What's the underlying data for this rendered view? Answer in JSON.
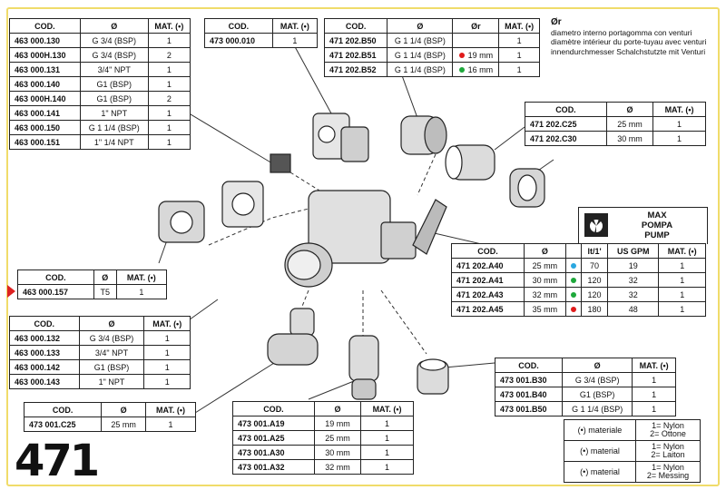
{
  "page_number": "471",
  "headers": {
    "cod": "COD.",
    "dia": "Ø",
    "mat": "MAT. (•)",
    "dr": "Ør",
    "lt": "lt/1'",
    "gpm": "US GPM"
  },
  "note": {
    "title": "Ør",
    "lines": [
      "diametro interno portagomma con venturi",
      "diamètre intérieur du porte-tuyau avec venturi",
      "innendurchmesser Schalchstutzte mit Venturi"
    ]
  },
  "pump": {
    "label_lines": [
      "MAX",
      "POMPA",
      "PUMP"
    ]
  },
  "colors": {
    "blue": "#2aa7e0",
    "green": "#1ea83b",
    "red": "#e01b1b",
    "frame": "#f0dc6a"
  },
  "table1": {
    "rows": [
      {
        "cod": "463 000.130",
        "dia": "G 3/4 (BSP)",
        "mat": "1"
      },
      {
        "cod": "463 000H.130",
        "dia": "G 3/4 (BSP)",
        "mat": "2"
      },
      {
        "cod": "463 000.131",
        "dia": "3/4\" NPT",
        "mat": "1"
      },
      {
        "cod": "463 000.140",
        "dia": "G1 (BSP)",
        "mat": "1"
      },
      {
        "cod": "463 000H.140",
        "dia": "G1 (BSP)",
        "mat": "2"
      },
      {
        "cod": "463 000.141",
        "dia": "1\" NPT",
        "mat": "1"
      },
      {
        "cod": "463 000.150",
        "dia": "G 1 1/4 (BSP)",
        "mat": "1"
      },
      {
        "cod": "463 000.151",
        "dia": "1\" 1/4 NPT",
        "mat": "1"
      }
    ]
  },
  "table2": {
    "rows": [
      {
        "cod": "473 000.010",
        "mat": "1"
      }
    ]
  },
  "table3": {
    "rows": [
      {
        "cod": "471 202.B50",
        "dia": "G 1 1/4 (BSP)",
        "dr": "",
        "mat": "1"
      },
      {
        "cod": "471 202.B51",
        "dia": "G 1 1/4 (BSP)",
        "dr": "19 mm",
        "dr_color": "red",
        "mat": "1"
      },
      {
        "cod": "471 202.B52",
        "dia": "G 1 1/4 (BSP)",
        "dr": "16 mm",
        "dr_color": "green",
        "mat": "1"
      }
    ]
  },
  "table4": {
    "rows": [
      {
        "cod": "471 202.C25",
        "dia": "25 mm",
        "mat": "1"
      },
      {
        "cod": "471 202.C30",
        "dia": "30 mm",
        "mat": "1"
      }
    ]
  },
  "table5": {
    "rows": [
      {
        "cod": "471 202.A40",
        "dia": "25 mm",
        "color": "blue",
        "lt": "70",
        "gpm": "19",
        "mat": "1"
      },
      {
        "cod": "471 202.A41",
        "dia": "30 mm",
        "color": "green",
        "lt": "120",
        "gpm": "32",
        "mat": "1"
      },
      {
        "cod": "471 202.A43",
        "dia": "32 mm",
        "color": "green",
        "lt": "120",
        "gpm": "32",
        "mat": "1"
      },
      {
        "cod": "471 202.A45",
        "dia": "35 mm",
        "color": "red",
        "lt": "180",
        "gpm": "48",
        "mat": "1"
      }
    ]
  },
  "table6": {
    "rows": [
      {
        "cod": "463 000.157",
        "dia": "T5",
        "mat": "1"
      }
    ]
  },
  "table7": {
    "rows": [
      {
        "cod": "463 000.132",
        "dia": "G 3/4 (BSP)",
        "mat": "1"
      },
      {
        "cod": "463 000.133",
        "dia": "3/4\" NPT",
        "mat": "1"
      },
      {
        "cod": "463 000.142",
        "dia": "G1 (BSP)",
        "mat": "1"
      },
      {
        "cod": "463 000.143",
        "dia": "1\" NPT",
        "mat": "1"
      }
    ]
  },
  "table8": {
    "rows": [
      {
        "cod": "473 001.C25",
        "dia": "25 mm",
        "mat": "1"
      }
    ]
  },
  "table9": {
    "rows": [
      {
        "cod": "473 001.A19",
        "dia": "19 mm",
        "mat": "1"
      },
      {
        "cod": "473 001.A25",
        "dia": "25 mm",
        "mat": "1"
      },
      {
        "cod": "473 001.A30",
        "dia": "30 mm",
        "mat": "1"
      },
      {
        "cod": "473 001.A32",
        "dia": "32 mm",
        "mat": "1"
      }
    ]
  },
  "table10": {
    "rows": [
      {
        "cod": "473 001.B30",
        "dia": "G 3/4 (BSP)",
        "mat": "1"
      },
      {
        "cod": "473 001.B40",
        "dia": "G1 (BSP)",
        "mat": "1"
      },
      {
        "cod": "473 001.B50",
        "dia": "G 1 1/4 (BSP)",
        "mat": "1"
      }
    ]
  },
  "materials": [
    {
      "label": "(•) materiale",
      "v1": "1= Nylon",
      "v2": "2= Ottone"
    },
    {
      "label": "(•) material",
      "v1": "1= Nylon",
      "v2": "2= Laiton"
    },
    {
      "label": "(•) material",
      "v1": "1= Nylon",
      "v2": "2= Messing"
    }
  ]
}
